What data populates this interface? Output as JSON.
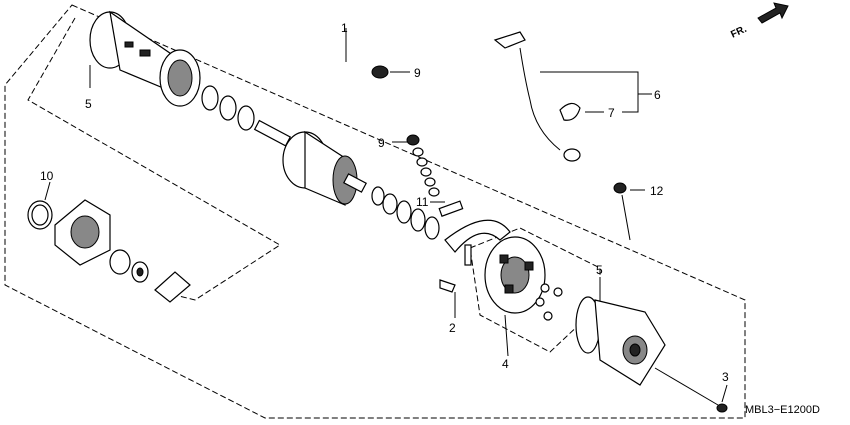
{
  "diagram": {
    "orientation_label": "FR.",
    "drawing_code": "MBL3−E1200D",
    "callouts": [
      "1",
      "2",
      "3",
      "4",
      "5",
      "5",
      "6",
      "7",
      "9",
      "9",
      "10",
      "11",
      "12"
    ]
  }
}
